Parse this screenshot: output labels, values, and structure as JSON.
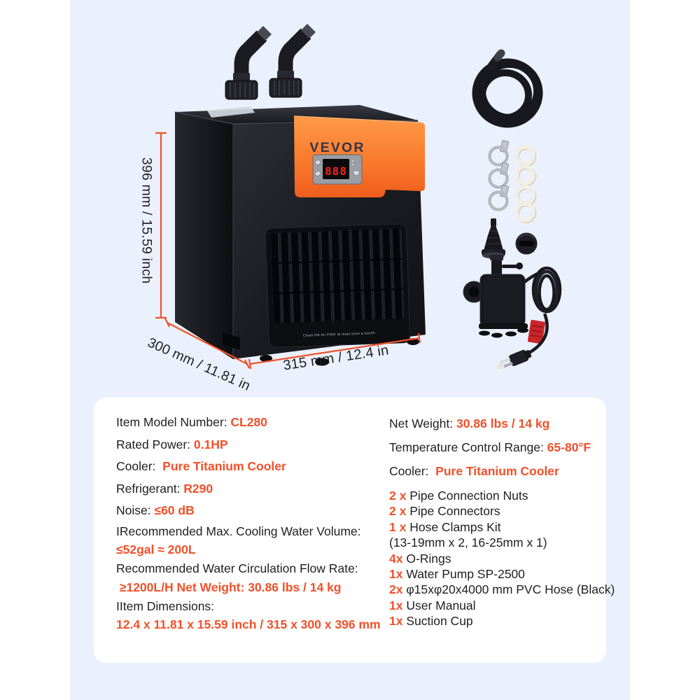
{
  "theme": {
    "accent": "#F1502A",
    "canvas": "#FFFFFF",
    "backdrop": "#EBF1FC",
    "card": "#FFFFFF",
    "text": "#1F1F20"
  },
  "product": {
    "brand": "VEVOR",
    "display_reading": "888",
    "filter_note": "Clean the Air Filter at least once a month"
  },
  "dimensions": {
    "height_label": "396 mm / 15.59 inch",
    "depth_label": "300 mm / 11.81 in",
    "width_label": "315 mm / 12.4 in"
  },
  "specs_left_top": [
    [
      {
        "t": "Item Model Number: ",
        "c": "dark"
      },
      {
        "t": "CL280",
        "c": "accent"
      }
    ],
    [
      {
        "t": "Rated Power: ",
        "c": "dark"
      },
      {
        "t": "0.1HP",
        "c": "accent"
      }
    ],
    [
      {
        "t": "Cooler:  ",
        "c": "dark"
      },
      {
        "t": "Pure Titanium Cooler",
        "c": "accent"
      }
    ],
    [
      {
        "t": "Refrigerant: ",
        "c": "dark"
      },
      {
        "t": "R290",
        "c": "accent"
      }
    ],
    [
      {
        "t": "Noise: ",
        "c": "dark"
      },
      {
        "t": "≤60 dB",
        "c": "accent"
      }
    ]
  ],
  "specs_left_bottom": [
    [
      {
        "t": "IRecommended Max. Cooling Water Volume:",
        "c": "dark"
      }
    ],
    [
      {
        "t": "≤52gal ≈ 200L",
        "c": "accent"
      }
    ],
    [
      {
        "t": "Recommended Water Circulation Flow Rate:",
        "c": "dark"
      }
    ],
    [
      {
        "t": " ≥1200L/H Net Weight: 30.86 lbs / 14 kg",
        "c": "accent"
      }
    ],
    [
      {
        "t": "IItem Dimensions:",
        "c": "dark"
      }
    ],
    [
      {
        "t": "12.4 x 11.81 x 15.59 inch / 315 x 300 x 396 mm",
        "c": "accent"
      }
    ]
  ],
  "specs_right_top": [
    [
      {
        "t": "Net Weight: ",
        "c": "dark"
      },
      {
        "t": "30.86 lbs / 14 kg",
        "c": "accent"
      }
    ],
    [
      {
        "t": "Temperature Control Range: ",
        "c": "dark"
      },
      {
        "t": "65-80°F",
        "c": "accent"
      }
    ],
    [
      {
        "t": "Cooler:  ",
        "c": "dark"
      },
      {
        "t": "Pure Titanium Cooler",
        "c": "accent"
      }
    ]
  ],
  "included_items": [
    [
      {
        "t": "2 x ",
        "c": "accent"
      },
      {
        "t": "Pipe Connection Nuts",
        "c": "dark"
      }
    ],
    [
      {
        "t": "2 x ",
        "c": "accent"
      },
      {
        "t": "Pipe Connectors",
        "c": "dark"
      }
    ],
    [
      {
        "t": "1 x ",
        "c": "accent"
      },
      {
        "t": "Hose Clamps Kit",
        "c": "dark"
      }
    ],
    [
      {
        "t": "(13-19mm x 2, 16-25mm x 1)",
        "c": "dark"
      }
    ],
    [
      {
        "t": "4x ",
        "c": "accent"
      },
      {
        "t": "O-Rings",
        "c": "dark"
      }
    ],
    [
      {
        "t": "1x ",
        "c": "accent"
      },
      {
        "t": "Water Pump SP-2500",
        "c": "dark"
      }
    ],
    [
      {
        "t": "2x ",
        "c": "accent"
      },
      {
        "t": "φ15xφ20x4000 mm PVC Hose (Black)",
        "c": "dark"
      }
    ],
    [
      {
        "t": "1x ",
        "c": "accent"
      },
      {
        "t": "User Manual",
        "c": "dark"
      }
    ],
    [
      {
        "t": "1x ",
        "c": "accent"
      },
      {
        "t": "Suction Cup",
        "c": "dark"
      }
    ]
  ]
}
